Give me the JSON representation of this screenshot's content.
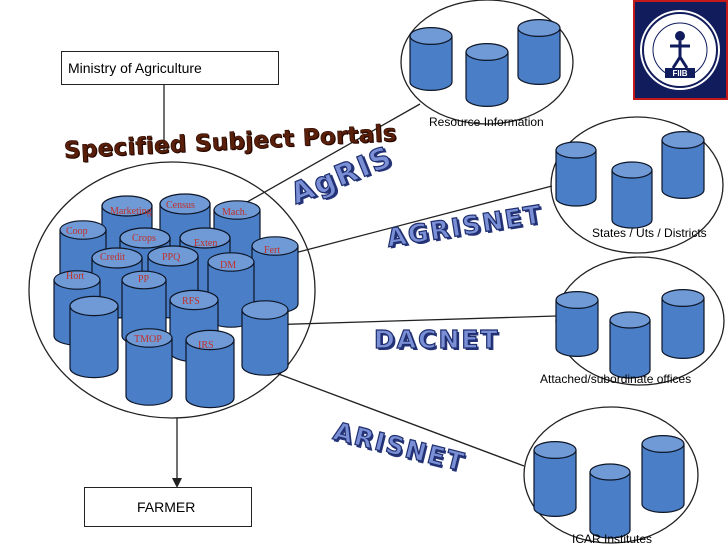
{
  "ministry_label": "Ministry of Agriculture",
  "farmer_label": "FARMER",
  "portals_heading": "Specified Subject Portals",
  "portal_db_labels": [
    "Marketing",
    "Census",
    "Mach.",
    "Coop",
    "Crops",
    "Exten",
    "Fert",
    "Credit",
    "PPQ",
    "DM",
    "Hort",
    "PP",
    "RFS",
    "TMOP",
    "IRS"
  ],
  "networks": [
    {
      "name": "AgRIS",
      "target": "Resource Information"
    },
    {
      "name": "AGRISNET",
      "target": "States / Uts / Districts"
    },
    {
      "name": "DACNET",
      "target": "Attached/subordinate offices"
    },
    {
      "name": "ARISNET",
      "target": "ICAR Institutes"
    }
  ],
  "logo": {
    "text": "FIIB",
    "icon": "fiib-logo-icon"
  },
  "colors": {
    "db_fill": "#4a7ec6",
    "db_top": "#6f9ad6",
    "db_stroke": "#0d1526",
    "label_red": "#c0302a",
    "wordart_fill": "#7a8fd6",
    "wordart_stroke": "#1f2f6e",
    "heading": "#5a1f0a"
  }
}
